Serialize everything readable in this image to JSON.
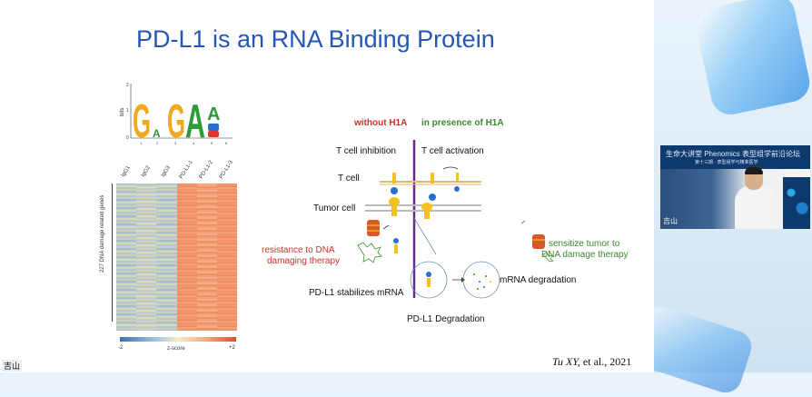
{
  "slide": {
    "title": "PD-L1 is an RNA Binding Protein",
    "citation_author": "Tu XY,",
    "citation_rest": " et  al., 2021"
  },
  "motif": {
    "y_axis_label": "bits",
    "y_ticks": [
      "2",
      "1",
      "0"
    ],
    "letters": [
      "G",
      "A",
      "G",
      "A",
      "A"
    ],
    "positions": [
      "1",
      "2",
      "3",
      "4",
      "5",
      "6"
    ]
  },
  "heatmap": {
    "columns": [
      "IgG1",
      "IgG2",
      "IgG3",
      "PD-L1-1",
      "PD-L1-2",
      "PD-L1-3"
    ],
    "row_label": "227 DNA damage related genes",
    "colorbar_min": "-2",
    "colorbar_max": "+2",
    "colorbar_label": "z-score"
  },
  "diagram": {
    "header_left": "without H1A",
    "header_right": "in presence of H1A",
    "t_cell_inhibition": "T cell inhibition",
    "t_cell_activation": "T cell activation",
    "t_cell": "T cell",
    "tumor_cell": "Tumor cell",
    "resistance": "resistance to DNA",
    "resistance2": "damaging therapy",
    "stabilizes": "PD-L1 stabilizes mRNA",
    "degradation": "PD-L1 Degradation",
    "mrna_degradation": "mRNA degradation",
    "sensitize": "sensitize tumor to",
    "sensitize2": "DNA damage therapy"
  },
  "webcam": {
    "header": "生命大讲堂 Phenomics 表型组学前沿论坛",
    "sub": "第十三期 · 表型组学与精准医学",
    "tag": "吉山"
  },
  "corner_tag": "吉山",
  "colors": {
    "title_blue": "#2456b8",
    "red_text": "#c9342a",
    "green_text": "#3a8a2c",
    "divider_purple": "#6a2a8a"
  }
}
